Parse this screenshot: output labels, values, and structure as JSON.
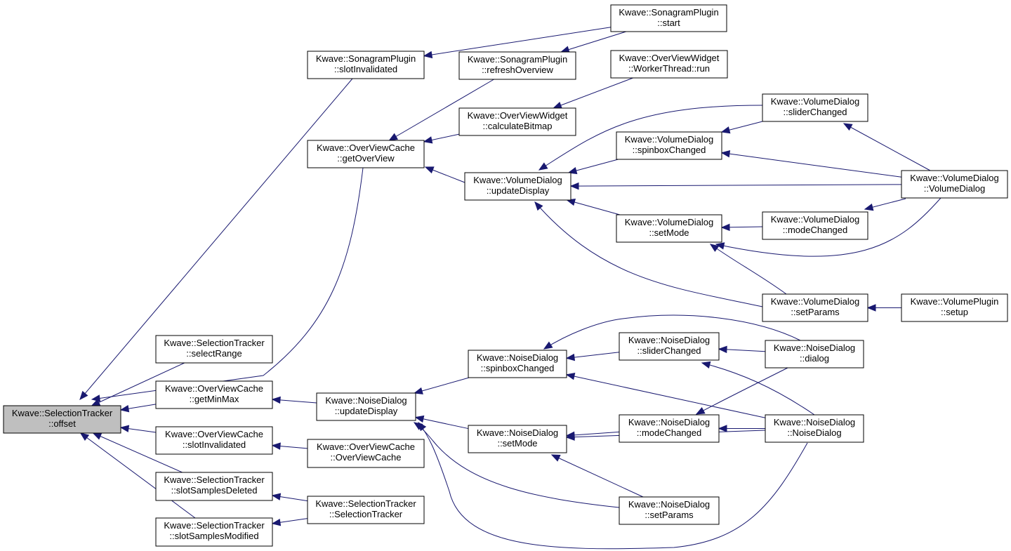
{
  "graph": {
    "colors": {
      "edge": "#191970",
      "root_fill": "#bfbfbf",
      "node_fill": "#ffffff",
      "border": "#000000"
    },
    "nodes": {
      "offset": {
        "line1": "Kwave::SelectionTracker",
        "line2": "::offset"
      },
      "sg_slotInv": {
        "line1": "Kwave::SonagramPlugin",
        "line2": "::slotInvalidated"
      },
      "sg_start": {
        "line1": "Kwave::SonagramPlugin",
        "line2": "::start"
      },
      "sg_refresh": {
        "line1": "Kwave::SonagramPlugin",
        "line2": "::refreshOverview"
      },
      "ovw_run": {
        "line1": "Kwave::OverViewWidget",
        "line2": "::WorkerThread::run"
      },
      "ovw_calc": {
        "line1": "Kwave::OverViewWidget",
        "line2": "::calculateBitmap"
      },
      "ovc_get": {
        "line1": "Kwave::OverViewCache",
        "line2": "::getOverView"
      },
      "vd_update": {
        "line1": "Kwave::VolumeDialog",
        "line2": "::updateDisplay"
      },
      "vd_slider": {
        "line1": "Kwave::VolumeDialog",
        "line2": "::sliderChanged"
      },
      "vd_spin": {
        "line1": "Kwave::VolumeDialog",
        "line2": "::spinboxChanged"
      },
      "vd_ctor": {
        "line1": "Kwave::VolumeDialog",
        "line2": "::VolumeDialog"
      },
      "vd_setMode": {
        "line1": "Kwave::VolumeDialog",
        "line2": "::setMode"
      },
      "vd_modeCh": {
        "line1": "Kwave::VolumeDialog",
        "line2": "::modeChanged"
      },
      "vd_setParams": {
        "line1": "Kwave::VolumeDialog",
        "line2": "::setParams"
      },
      "vp_setup": {
        "line1": "Kwave::VolumePlugin",
        "line2": "::setup"
      },
      "st_select": {
        "line1": "Kwave::SelectionTracker",
        "line2": "::selectRange"
      },
      "ovc_minmax": {
        "line1": "Kwave::OverViewCache",
        "line2": "::getMinMax"
      },
      "nd_update": {
        "line1": "Kwave::NoiseDialog",
        "line2": "::updateDisplay"
      },
      "nd_spin": {
        "line1": "Kwave::NoiseDialog",
        "line2": "::spinboxChanged"
      },
      "nd_slider": {
        "line1": "Kwave::NoiseDialog",
        "line2": "::sliderChanged"
      },
      "nd_dialog": {
        "line1": "Kwave::NoiseDialog",
        "line2": "::dialog"
      },
      "nd_setMode": {
        "line1": "Kwave::NoiseDialog",
        "line2": "::setMode"
      },
      "nd_modeCh": {
        "line1": "Kwave::NoiseDialog",
        "line2": "::modeChanged"
      },
      "nd_ctor": {
        "line1": "Kwave::NoiseDialog",
        "line2": "::NoiseDialog"
      },
      "nd_setParams": {
        "line1": "Kwave::NoiseDialog",
        "line2": "::setParams"
      },
      "ovc_slotInv": {
        "line1": "Kwave::OverViewCache",
        "line2": "::slotInvalidated"
      },
      "ovc_ctor": {
        "line1": "Kwave::OverViewCache",
        "line2": "::OverViewCache"
      },
      "st_slotDel": {
        "line1": "Kwave::SelectionTracker",
        "line2": "::slotSamplesDeleted"
      },
      "st_slotMod": {
        "line1": "Kwave::SelectionTracker",
        "line2": "::slotSamplesModified"
      },
      "st_ctor": {
        "line1": "Kwave::SelectionTracker",
        "line2": "::SelectionTracker"
      }
    },
    "edges": [
      [
        "sg_slotInv",
        "offset"
      ],
      [
        "ovc_get",
        "offset"
      ],
      [
        "st_select",
        "offset"
      ],
      [
        "ovc_minmax",
        "offset"
      ],
      [
        "ovc_slotInv",
        "offset"
      ],
      [
        "st_slotDel",
        "offset"
      ],
      [
        "st_slotMod",
        "offset"
      ],
      [
        "sg_start",
        "sg_slotInv"
      ],
      [
        "sg_start",
        "sg_refresh"
      ],
      [
        "sg_refresh",
        "ovc_get"
      ],
      [
        "ovw_run",
        "ovw_calc"
      ],
      [
        "ovw_calc",
        "ovc_get"
      ],
      [
        "vd_update",
        "ovc_get"
      ],
      [
        "vd_slider",
        "vd_update"
      ],
      [
        "vd_spin",
        "vd_update"
      ],
      [
        "vd_ctor",
        "vd_update"
      ],
      [
        "vd_setMode",
        "vd_update"
      ],
      [
        "vd_setParams",
        "vd_update"
      ],
      [
        "vd_slider",
        "vd_spin"
      ],
      [
        "vd_ctor",
        "vd_spin"
      ],
      [
        "vd_ctor",
        "vd_slider"
      ],
      [
        "vd_modeCh",
        "vd_setMode"
      ],
      [
        "vd_ctor",
        "vd_modeCh"
      ],
      [
        "vd_ctor",
        "vd_setMode"
      ],
      [
        "vd_setParams",
        "vd_setMode"
      ],
      [
        "vp_setup",
        "vd_setParams"
      ],
      [
        "nd_update",
        "ovc_minmax"
      ],
      [
        "nd_spin",
        "nd_update"
      ],
      [
        "nd_setMode",
        "nd_update"
      ],
      [
        "nd_setParams",
        "nd_update"
      ],
      [
        "nd_ctor",
        "nd_update"
      ],
      [
        "nd_slider",
        "nd_spin"
      ],
      [
        "nd_dialog",
        "nd_spin"
      ],
      [
        "nd_ctor",
        "nd_spin"
      ],
      [
        "nd_dialog",
        "nd_slider"
      ],
      [
        "nd_ctor",
        "nd_slider"
      ],
      [
        "nd_modeCh",
        "nd_setMode"
      ],
      [
        "nd_ctor",
        "nd_setMode"
      ],
      [
        "nd_setParams",
        "nd_setMode"
      ],
      [
        "nd_dialog",
        "nd_modeCh"
      ],
      [
        "nd_ctor",
        "nd_modeCh"
      ],
      [
        "ovc_ctor",
        "ovc_slotInv"
      ],
      [
        "st_ctor",
        "st_slotDel"
      ],
      [
        "st_ctor",
        "st_slotMod"
      ]
    ]
  }
}
